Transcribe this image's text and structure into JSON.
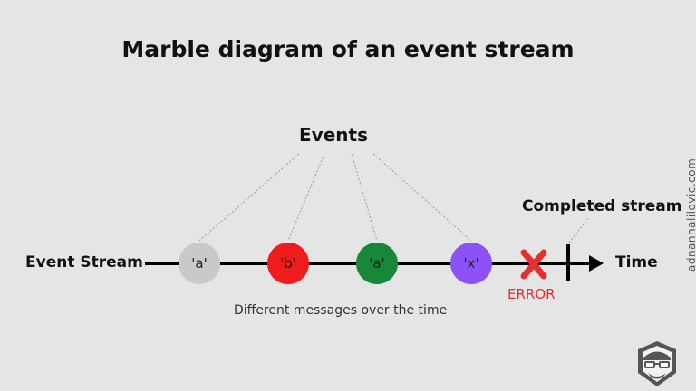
{
  "title": "Marble diagram of an event stream",
  "events_label": "Events",
  "stream_label": "Event Stream",
  "time_label": "Time",
  "completed_label": "Completed stream",
  "caption": "Different messages over the time",
  "error_label": "ERROR",
  "watermark": "adnanhalilovic.com",
  "marbles": [
    {
      "label": "'a'",
      "color": "#c9c9c9"
    },
    {
      "label": "'b'",
      "color": "#ee1c1c"
    },
    {
      "label": "'a'",
      "color": "#17883a"
    },
    {
      "label": "'x'",
      "color": "#8b53f5"
    }
  ],
  "colors": {
    "line": "#000000",
    "error": "#e62e2e",
    "background": "#e5e5e5"
  }
}
